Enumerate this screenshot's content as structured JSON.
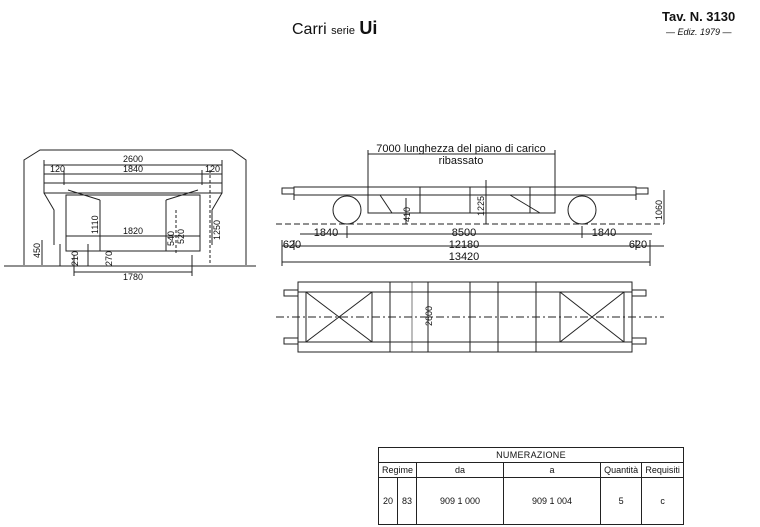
{
  "header": {
    "title_main": "Carri",
    "title_series": "serie",
    "title_code": "Ui",
    "tav": "Tav. N. 3130",
    "ediz": "— Ediz. 1979 —"
  },
  "section_view": {
    "dims": {
      "width_total": "2600",
      "width_inner": "1840",
      "side_left": "120",
      "side_right": "120",
      "height_1110": "1110",
      "width_1820": "1820",
      "height_540": "540",
      "height_520": "520",
      "height_1250": "1250",
      "height_450": "450",
      "dim_210": "210",
      "dim_270": "270",
      "width_1780": "1780"
    }
  },
  "side_view": {
    "load_length_label": "7000 lunghezza del piano di carico",
    "lowered_label": "ribassato",
    "dims": {
      "h410": "410",
      "h1225": "1225",
      "h1060": "1060",
      "d1840_left": "1840",
      "d8500": "8500",
      "d1840_right": "1840",
      "d620_left": "620",
      "d12180": "12180",
      "d620_right": "620",
      "d13420": "13420"
    }
  },
  "plan_view": {
    "width_label": "2600"
  },
  "numerazione": {
    "caption": "NUMERAZIONE",
    "headers": {
      "regime": "Regime",
      "da": "da",
      "a": "a",
      "quantita": "Quantità",
      "requisiti": "Requisiti"
    },
    "row": {
      "regime_1": "20",
      "regime_2": "83",
      "da": "909 1 000",
      "a": "909 1 004",
      "quantita": "5",
      "requisiti": "c"
    }
  }
}
